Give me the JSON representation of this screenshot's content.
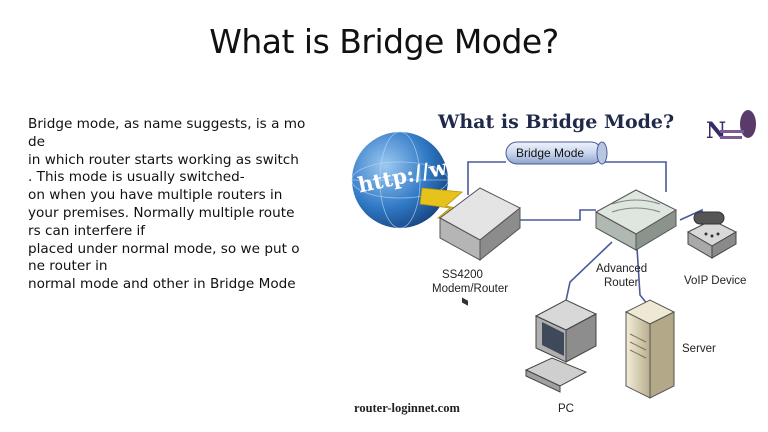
{
  "slide": {
    "title": "What is Bridge Mode?",
    "body_lines": [
      "Bridge mode, as name suggests, is a mo",
      "de",
      "in which router starts working as switch",
      ". This mode is usually switched-",
      "on when you have multiple routers in",
      "your premises. Normally multiple route",
      "rs can interfere if",
      "placed under normal mode, so we put o",
      "ne router in",
      "normal mode and other in Bridge Mode"
    ]
  },
  "diagram": {
    "title": "What is Bridge Mode?",
    "globe_text": "http://ww",
    "bridge_mode_label": "Bridge Mode",
    "modem_label_1": "SS4200",
    "modem_label_2": "Modem/Router",
    "router_label_1": "Advanced",
    "router_label_2": "Router",
    "voip_label": "VoIP Device",
    "server_label": "Server",
    "pc_label": "PC",
    "website": "router-loginnet.com",
    "logo_letter": "N",
    "colors": {
      "title": "#1f2a4a",
      "globe": "#2f78c4",
      "lightning": "#e6c31a",
      "cable": "#4a5a9a",
      "pipe": "#c9d6ee"
    }
  }
}
